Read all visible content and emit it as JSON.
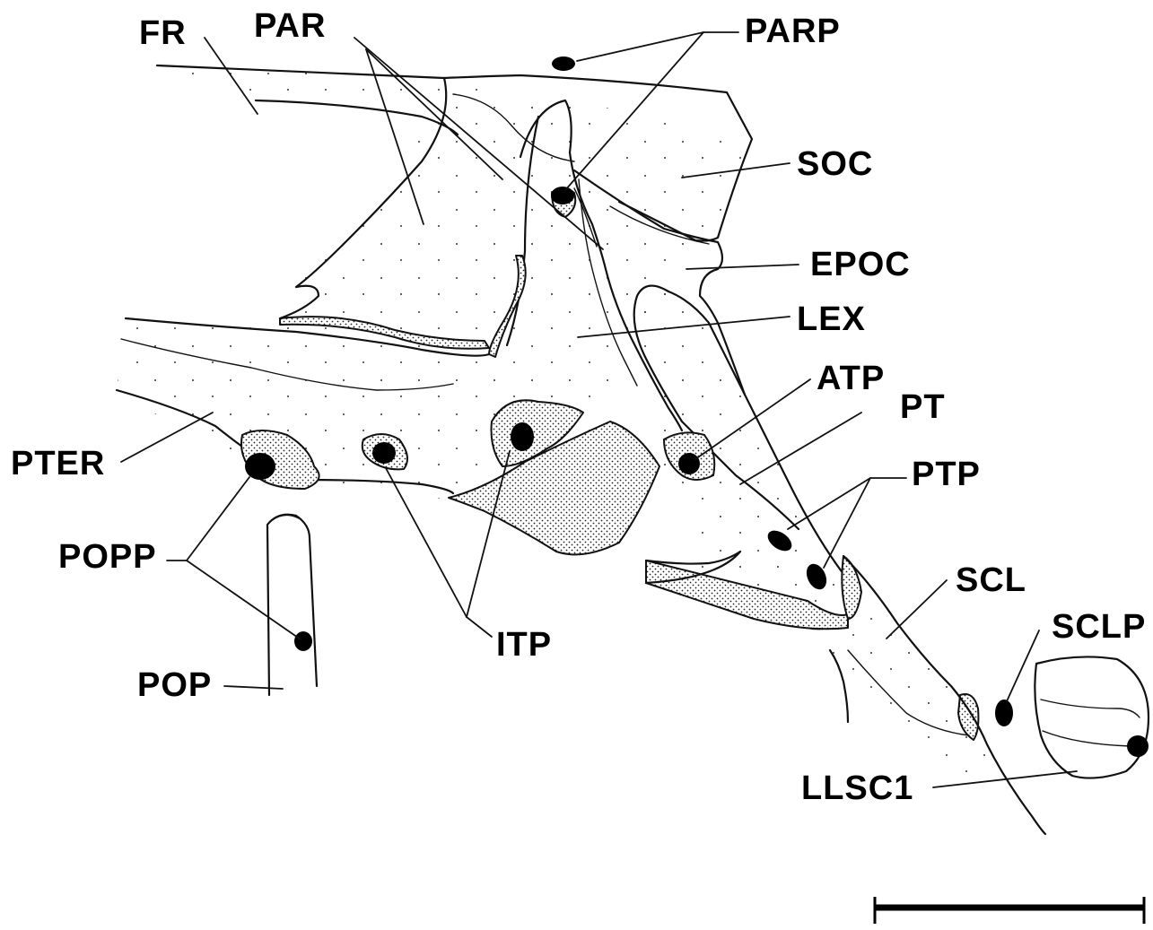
{
  "labels": {
    "fr": "FR",
    "par": "PAR",
    "parp": "PARP",
    "soc": "SOC",
    "epoc": "EPOC",
    "lex": "LEX",
    "atp": "ATP",
    "pt": "PT",
    "pter": "PTER",
    "ptp": "PTP",
    "popp": "POPP",
    "scl": "SCL",
    "sclp": "SCLP",
    "itp": "ITP",
    "pop": "POP",
    "llsc1": "LLSC1"
  }
}
